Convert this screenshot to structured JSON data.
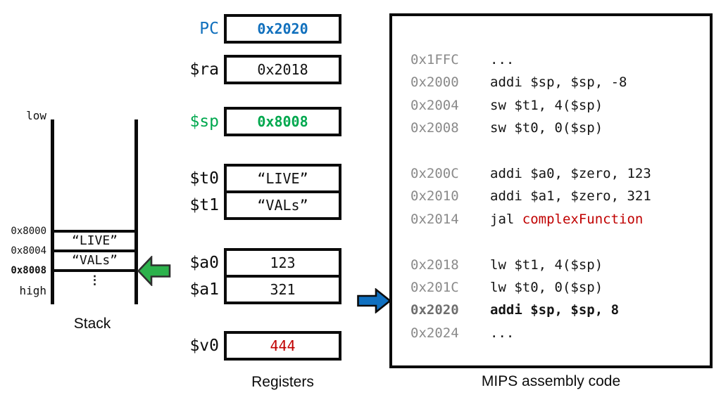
{
  "colors": {
    "blue": "#1170bd",
    "green": "#00a84e",
    "red": "#c00000",
    "gray": "#8a8a8a",
    "black": "#151515",
    "arrow_green_fill": "#2db24c",
    "arrow_blue_fill": "#1070c0",
    "arrow_outline": "#2f2f2f"
  },
  "stack": {
    "caption": "Stack",
    "low_label": "low",
    "high_label": "high",
    "ellipsis": "⋮",
    "addresses": [
      "0x8000",
      "0x8004",
      "0x8008"
    ],
    "cells": [
      "“LIVE”",
      "“VALs”"
    ],
    "pointer_icon": "green-left-arrow"
  },
  "registers": {
    "caption": "Registers",
    "groups": [
      {
        "id": "pc",
        "items": [
          {
            "label": "PC",
            "value": "0x2020",
            "label_color": "blue",
            "value_color": "blue",
            "value_bold": true
          }
        ]
      },
      {
        "id": "ra",
        "items": [
          {
            "label": "$ra",
            "value": "0x2018"
          }
        ]
      },
      {
        "id": "sp",
        "items": [
          {
            "label": "$sp",
            "value": "0x8008",
            "label_color": "green",
            "value_color": "green",
            "value_bold": true
          }
        ]
      },
      {
        "id": "t",
        "items": [
          {
            "label": "$t0",
            "value": "“LIVE”"
          },
          {
            "label": "$t1",
            "value": "“VALs”"
          }
        ]
      },
      {
        "id": "a",
        "items": [
          {
            "label": "$a0",
            "value": "123"
          },
          {
            "label": "$a1",
            "value": "321"
          }
        ]
      },
      {
        "id": "v",
        "items": [
          {
            "label": "$v0",
            "value": "444",
            "value_color": "red"
          }
        ]
      }
    ]
  },
  "code": {
    "caption": "MIPS assembly code",
    "pointer_icon": "blue-right-arrow",
    "lines": [
      {
        "addr": "0x1FFC",
        "tokens": [
          {
            "t": "..."
          }
        ]
      },
      {
        "addr": "0x2000",
        "tokens": [
          {
            "t": "addi $sp, $sp, -8"
          }
        ]
      },
      {
        "addr": "0x2004",
        "tokens": [
          {
            "t": "sw $t1, 4($sp)"
          }
        ]
      },
      {
        "addr": "0x2008",
        "tokens": [
          {
            "t": "sw $t0, 0($sp)"
          }
        ]
      },
      {
        "blank": true
      },
      {
        "addr": "0x200C",
        "tokens": [
          {
            "t": "addi $a0, $zero, 123"
          }
        ]
      },
      {
        "addr": "0x2010",
        "tokens": [
          {
            "t": "addi $a1, $zero, 321"
          }
        ]
      },
      {
        "addr": "0x2014",
        "tokens": [
          {
            "t": "jal "
          },
          {
            "t": "complexFunction",
            "color": "red"
          }
        ]
      },
      {
        "blank": true
      },
      {
        "addr": "0x2018",
        "tokens": [
          {
            "t": "lw $t1, 4($sp)"
          }
        ]
      },
      {
        "addr": "0x201C",
        "tokens": [
          {
            "t": "lw $t0, 0($sp)"
          }
        ]
      },
      {
        "addr": "0x2020",
        "tokens": [
          {
            "t": "addi $sp, $sp, 8"
          }
        ],
        "bold": true,
        "current": true
      },
      {
        "addr": "0x2024",
        "tokens": [
          {
            "t": "..."
          }
        ]
      }
    ]
  }
}
